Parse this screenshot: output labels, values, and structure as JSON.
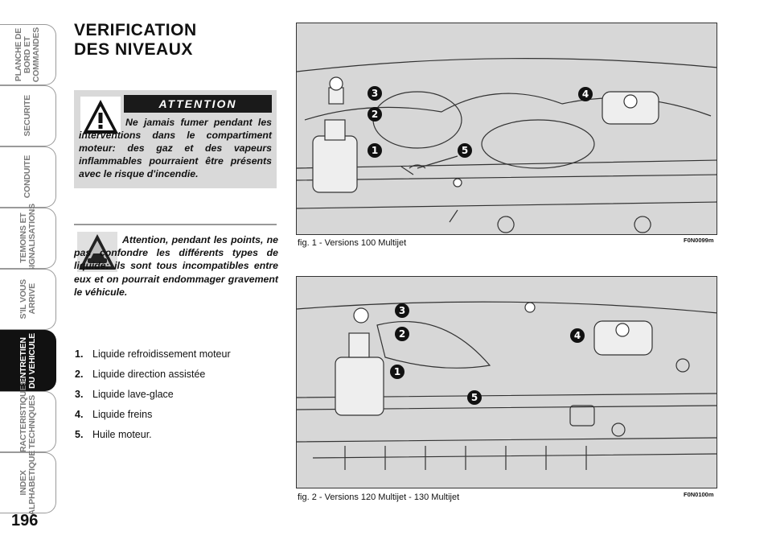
{
  "sidebar": {
    "tabs": [
      {
        "label": "PLANCHE DE\nBORD ET\nCOMMANDES",
        "active": false
      },
      {
        "label": "SECURITE",
        "active": false
      },
      {
        "label": "CONDUITE",
        "active": false
      },
      {
        "label": "TEMOINS ET\nSIGNALISATIONS",
        "active": false
      },
      {
        "label": "S'IL VOUS\nARRIVE",
        "active": false
      },
      {
        "label": "ENTRETIEN\nDU VEHICULE",
        "active": true
      },
      {
        "label": "CARACTERISTIQUES\nTECHNIQUES",
        "active": false
      },
      {
        "label": "INDEX\nALPHABETIQUE",
        "active": false
      }
    ]
  },
  "page_number": "196",
  "title": "VERIFICATION\nDES NIVEAUX",
  "warning": {
    "heading": "ATTENTION",
    "text": "Ne jamais fumer pendant les interventions dans le compartiment moteur: des gaz et des vapeurs inflammables pourraient être présents avec le risque d'incendie."
  },
  "note": {
    "text": "Attention, pendant les points, ne pas confondre les différents types de liquide: ils sont tous incompatibles entre eux et on pourrait endommager gravement le véhicule."
  },
  "legend": [
    {
      "num": "1.",
      "label": "Liquide refroidissement moteur"
    },
    {
      "num": "2.",
      "label": "Liquide direction assistée"
    },
    {
      "num": "3.",
      "label": "Liquide lave-glace"
    },
    {
      "num": "4.",
      "label": "Liquide freins"
    },
    {
      "num": "5.",
      "label": "Huile moteur."
    }
  ],
  "figures": [
    {
      "caption": "fig. 1 - Versions 100 Multijet",
      "code": "F0N0099m",
      "callouts": [
        "1",
        "2",
        "3",
        "4",
        "5"
      ]
    },
    {
      "caption": "fig. 2 - Versions 120 Multijet - 130 Multijet",
      "code": "F0N0100m",
      "callouts": [
        "1",
        "2",
        "3",
        "4",
        "5"
      ]
    }
  ]
}
